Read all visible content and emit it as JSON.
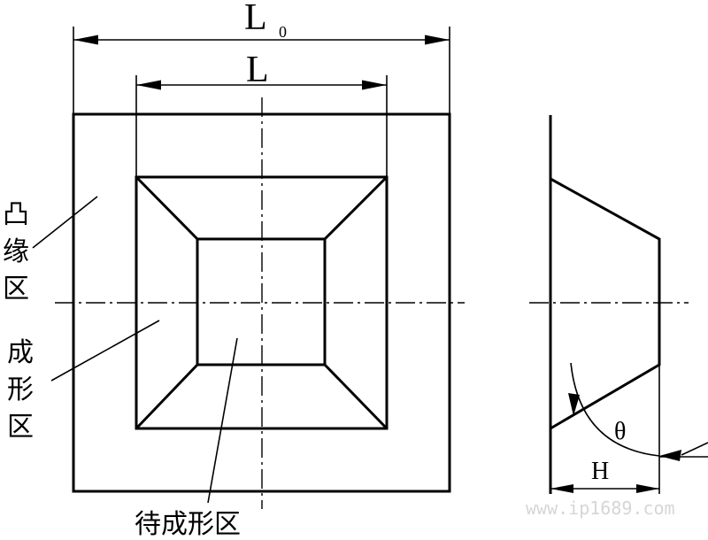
{
  "dimensions": {
    "overall_width": "L",
    "overall_width_sub": "0",
    "inner_width": "L",
    "height": "H",
    "angle": "θ"
  },
  "labels": {
    "flange_zone": [
      "凸",
      "缘",
      "区"
    ],
    "forming_zone": [
      "成",
      "形",
      "区"
    ],
    "unformed_zone": "待成形区"
  },
  "watermark": "www.ip1689.com"
}
